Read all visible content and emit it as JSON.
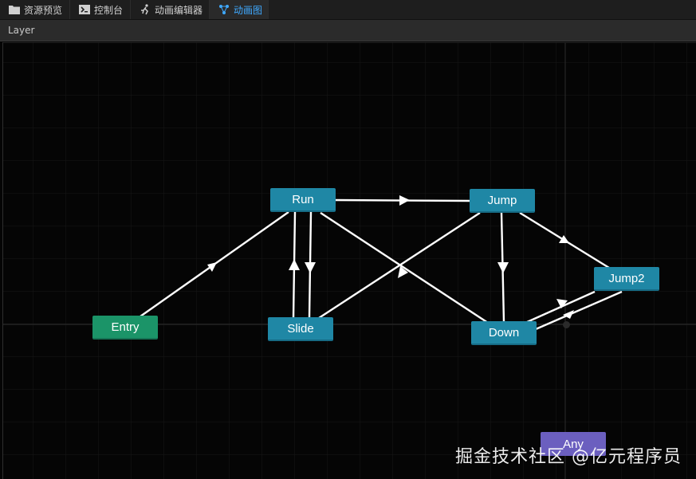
{
  "tabs": [
    {
      "label": "资源预览",
      "icon": "folder-icon",
      "active": false
    },
    {
      "label": "控制台",
      "icon": "terminal-icon",
      "active": false
    },
    {
      "label": "动画编辑器",
      "icon": "running-figure-icon",
      "active": false
    },
    {
      "label": "动画图",
      "icon": "graph-icon",
      "active": true
    }
  ],
  "layer": {
    "label": "Layer"
  },
  "nodes": {
    "run": "Run",
    "jump": "Jump",
    "entry": "Entry",
    "slide": "Slide",
    "down": "Down",
    "jump2": "Jump2",
    "any": "Any"
  },
  "watermark": "掘金技术社区 @亿元程序员",
  "colors": {
    "state_node": "#1f87a5",
    "entry_node": "#1b9468",
    "any_node": "#6b5fbf",
    "active_tab": "#3fa9ff",
    "transition": "#ffffff"
  }
}
